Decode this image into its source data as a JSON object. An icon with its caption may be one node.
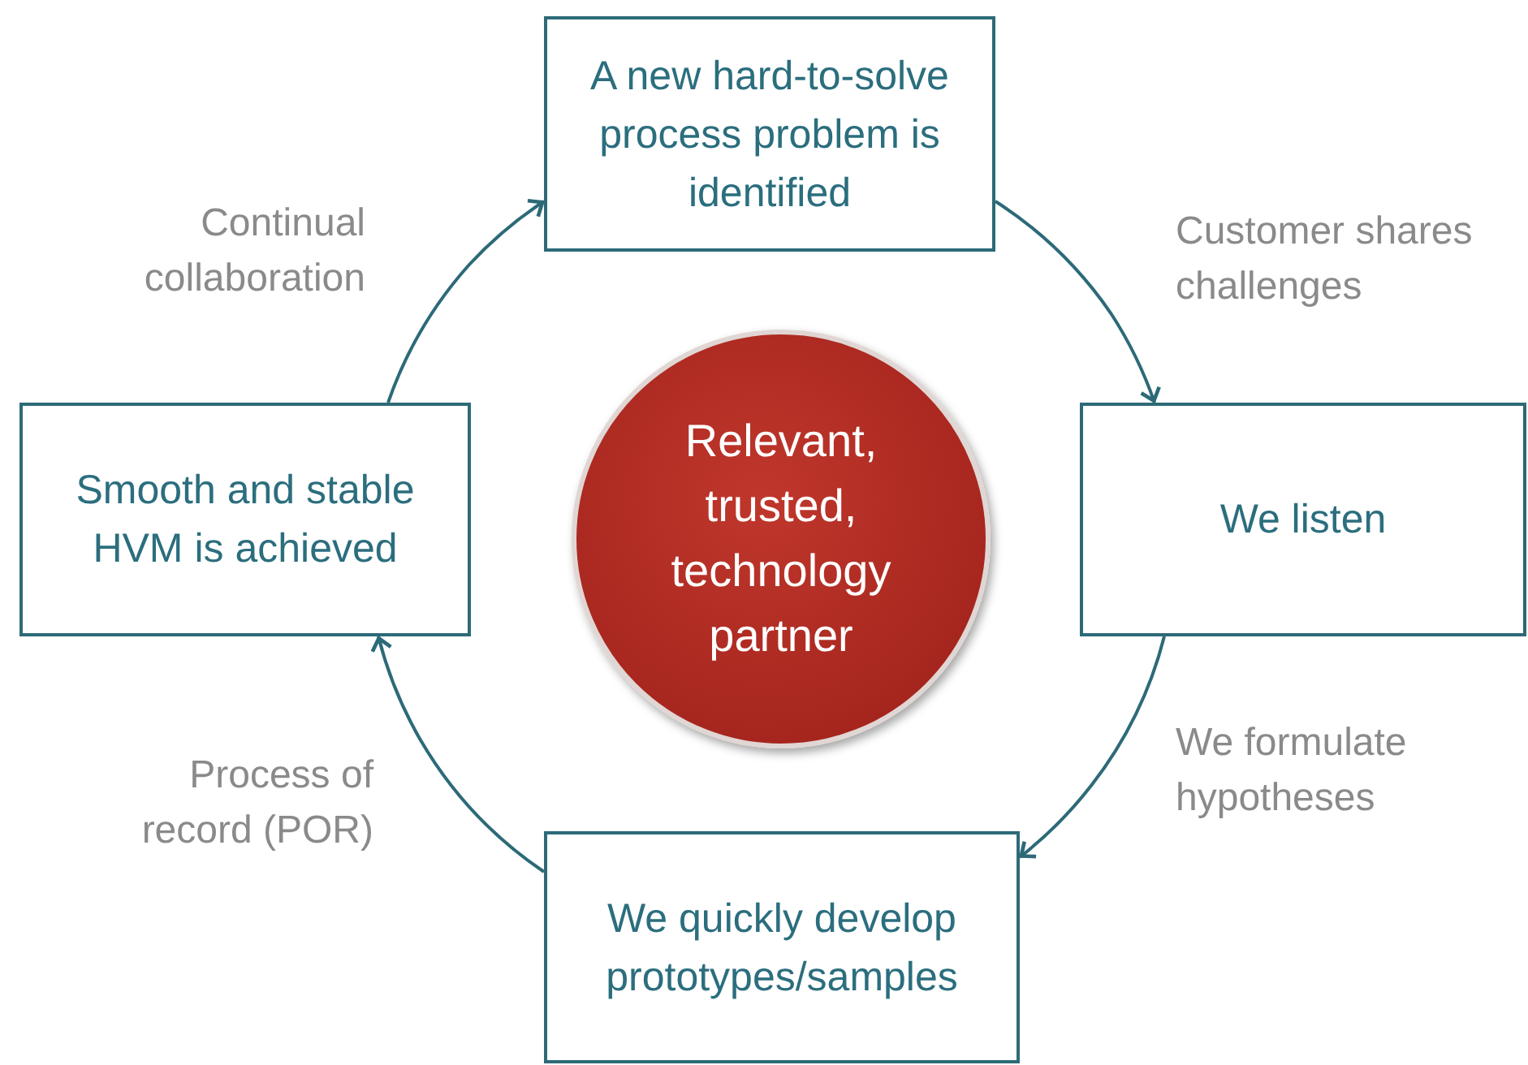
{
  "diagram": {
    "nodes": [
      {
        "text": [
          "A new hard-to-solve process problem is identified"
        ]
      },
      {
        "text": [
          "We listen"
        ]
      },
      {
        "text": [
          "We quickly develop prototypes/samples"
        ]
      },
      {
        "text": [
          "Smooth and stable HVM is achieved"
        ]
      },
      {
        "text": [
          "Relevant, trusted, technology partner"
        ]
      }
    ],
    "edges": [
      {
        "from": 0,
        "to": 1,
        "arrow": "to",
        "label": "Customer shares challenges"
      },
      {
        "from": 1,
        "to": 2,
        "arrow": "to",
        "label": "We formulate hypotheses"
      },
      {
        "from": 2,
        "to": 3,
        "arrow": "to",
        "label": "Process of record (POR)"
      },
      {
        "from": 3,
        "to": 0,
        "arrow": "to",
        "label": "Continual collaboration"
      }
    ]
  }
}
